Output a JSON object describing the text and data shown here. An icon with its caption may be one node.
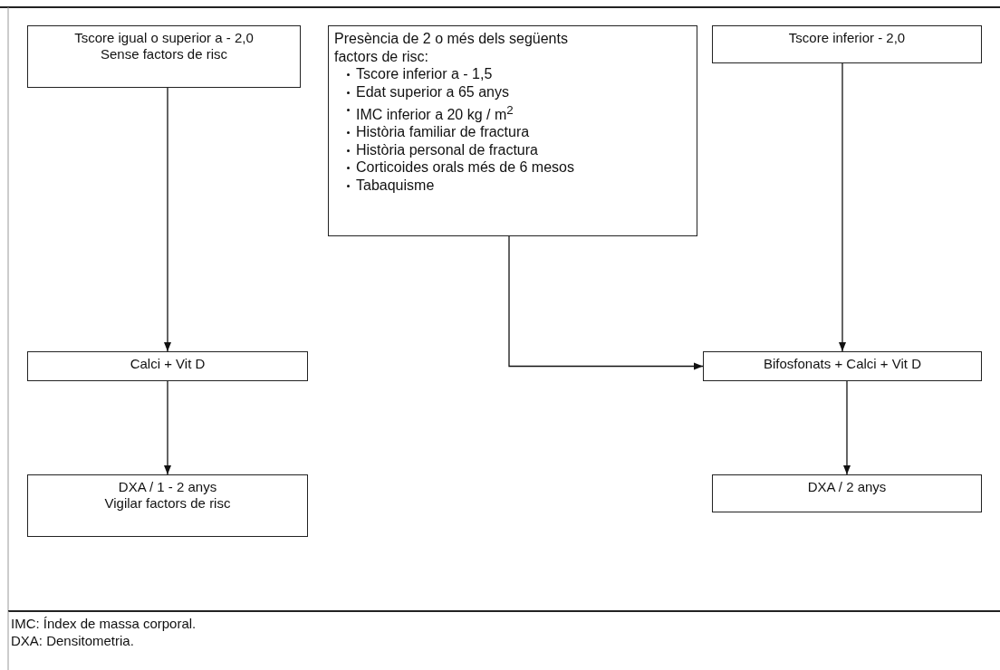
{
  "diagram": {
    "nodes": [
      {
        "text": [
          "Tscore igual o superior a - 2,0",
          "Sense factors de risc"
        ]
      },
      {
        "text": [
          "Presència de 2 o més dels següents factors de risc:",
          "Tscore inferior a - 1,5",
          "Edat superior a 65 anys",
          "IMC inferior a 20 kg / m$^{2}$",
          "Història familiar de fractura",
          "Història personal de fractura",
          "Corticoides orals més de 6 mesos",
          "Tabaquisme"
        ]
      },
      {
        "text": [
          "Tscore inferior - 2,0"
        ]
      },
      {
        "text": [
          "Calci + Vit D"
        ]
      },
      {
        "text": [
          "Bifosfonats + Calci + Vit D"
        ]
      },
      {
        "text": [
          "DXA / 1 - 2 anys",
          "Vigilar factors de risc"
        ]
      },
      {
        "text": [
          "DXA / 2 anys"
        ]
      }
    ],
    "edges": [
      {
        "from": 0,
        "to": 3,
        "arrow": "to"
      },
      {
        "from": 1,
        "to": 4,
        "arrow": "to"
      },
      {
        "from": 2,
        "to": 4,
        "arrow": "to"
      },
      {
        "from": 3,
        "to": 5,
        "arrow": "to"
      },
      {
        "from": 4,
        "to": 6,
        "arrow": "to"
      }
    ],
    "labels": [
      "IMC: Índex de massa corporal.",
      "DXA: Densitometria."
    ]
  }
}
